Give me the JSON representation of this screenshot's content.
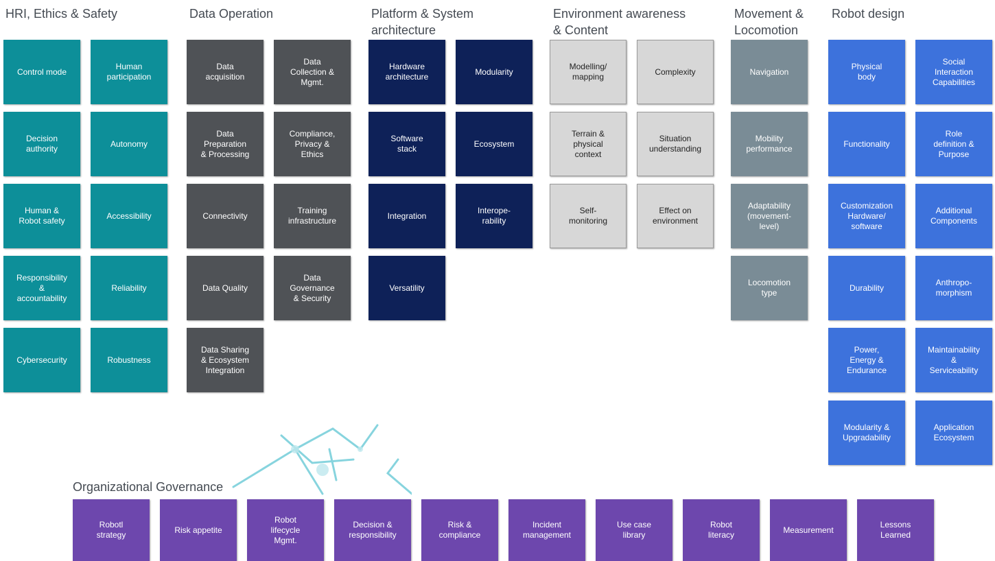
{
  "columns": [
    {
      "id": "hri",
      "title": "HRI, Ethics & Safety",
      "color": "#0d8f99",
      "left": [
        "Control mode",
        "Decision\nauthority",
        "Human &\nRobot safety",
        "Responsibility\n&\naccountability",
        "Cybersecurity"
      ],
      "right": [
        "Human\nparticipation",
        "Autonomy",
        "Accessibility",
        "Reliability",
        "Robustness"
      ]
    },
    {
      "id": "data",
      "title": "Data Operation",
      "color": "#4f5256",
      "left": [
        "Data\nacquisition",
        "Data\nPreparation\n& Processing",
        "Connectivity",
        "Data Quality",
        "Data Sharing\n& Ecosystem\nIntegration"
      ],
      "right": [
        "Data\nCollection &\nMgmt.",
        "Compliance,\nPrivacy &\nEthics",
        "Training\ninfrastructure",
        "Data\nGovernance\n& Security"
      ]
    },
    {
      "id": "platform",
      "title": "Platform & System\narchitecture",
      "color": "#0e2158",
      "left": [
        "Hardware\narchitecture",
        "Software\nstack",
        "Integration",
        "Versatility"
      ],
      "right": [
        "Modularity",
        "Ecosystem",
        "Interope-\nrability"
      ]
    },
    {
      "id": "environment",
      "title": "Environment awareness\n& Content",
      "color": "#d7d7d7",
      "left": [
        "Modelling/\nmapping",
        "Terrain &\nphysical\ncontext",
        "Self-\nmonitoring"
      ],
      "right": [
        "Complexity",
        "Situation\nunderstanding",
        "Effect on\nenvironment"
      ]
    },
    {
      "id": "movement",
      "title": "Movement &\nLocomotion",
      "color": "#7a8c96",
      "left": [
        "Navigation",
        "Mobility\nperformance",
        "Adaptability\n(movement-\nlevel)",
        "Locomotion\ntype"
      ],
      "right": []
    },
    {
      "id": "robot-design",
      "title": "Robot design",
      "color": "#3d72dc",
      "left": [
        "Physical\nbody",
        "Functionality",
        "Customization\nHardware/\nsoftware",
        "Durability",
        "Power,\nEnergy &\nEndurance",
        "Modularity &\nUpgradability"
      ],
      "right": [
        "Social\nInteraction\nCapabilities",
        "Role\ndefinition &\nPurpose",
        "Additional\nComponents",
        "Anthropo-\nmorphism",
        "Maintainability\n&\nServiceability",
        "Application\nEcosystem"
      ]
    }
  ],
  "governance": {
    "title": "Organizational Governance",
    "color": "#6d47ad",
    "items": [
      "Robotl\nstrategy",
      "Risk appetite",
      "Robot\nlifecycle\nMgmt.",
      "Decision &\nresponsibility",
      "Risk &\ncompliance",
      "Incident\nmanagement",
      "Use case\nlibrary",
      "Robot\nliteracy",
      "Measurement",
      "Lessons\nLearned"
    ]
  }
}
